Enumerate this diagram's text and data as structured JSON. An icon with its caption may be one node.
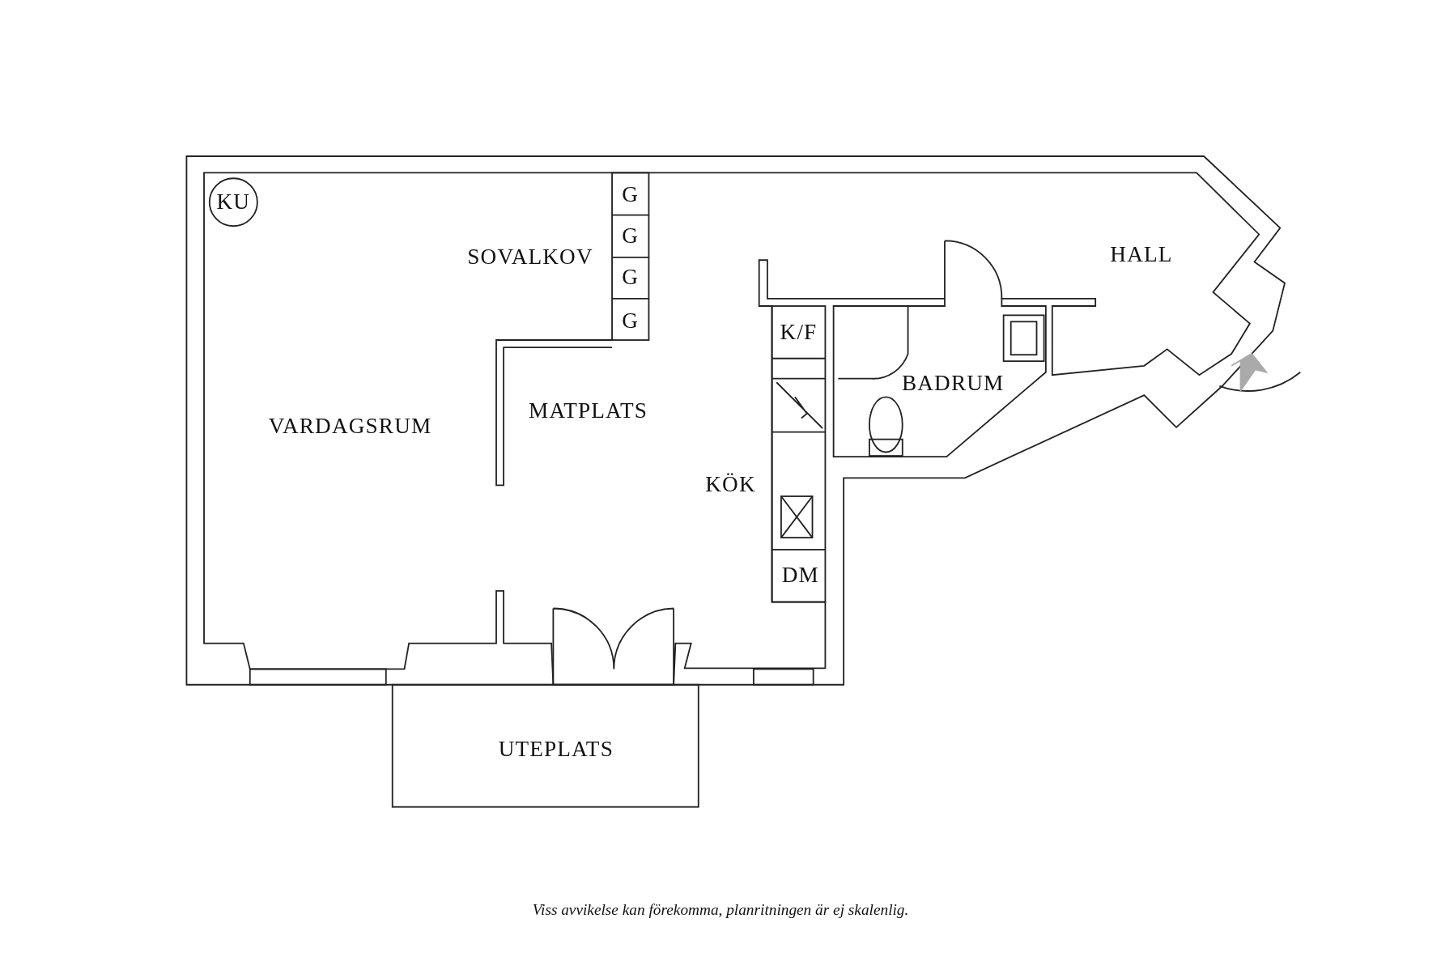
{
  "diagram": {
    "caption": "Viss avvikelse kan förekomma, planritningen är ej skalenlig.",
    "labels": [
      "KU",
      "G",
      "G",
      "HALL",
      "SOVALKOV",
      "G",
      "G",
      "K/F",
      "BADRUM",
      "MATPLATS",
      "VARDAGSRUM",
      "KÖK",
      "DM",
      "UTEPLATS"
    ]
  }
}
